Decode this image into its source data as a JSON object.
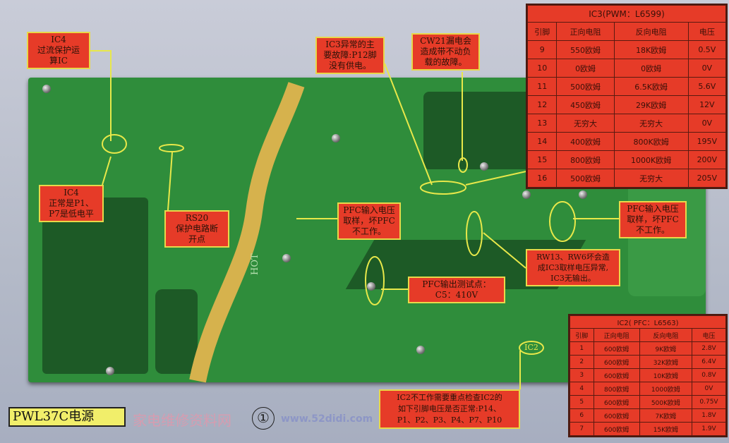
{
  "title": "PWL37C电源",
  "figure_number": "①",
  "callouts": {
    "ic4_top": [
      "IC4",
      "过流保护运",
      "算IC"
    ],
    "ic4_level": [
      "IC4",
      "正常是P1、",
      "P7是低电平"
    ],
    "rs20": [
      "RS20",
      "保护电路断",
      "开点"
    ],
    "ic3_fault": [
      "IC3异常的主",
      "要故障:P12脚",
      "没有供电。"
    ],
    "cw21": [
      "CW21漏电会",
      "造成带不动负",
      "载的故障。"
    ],
    "pfc_in_left": [
      "PFC输入电压",
      "取样，坏PFC",
      "不工作。"
    ],
    "pfc_in_right": [
      "PFC输入电压",
      "取样，坏PFC",
      "不工作。"
    ],
    "rw13": [
      "RW13、RW6坏会造",
      "成IC3取样电压异常,",
      "IC3无输出。"
    ],
    "pfc_out": [
      "PFC输出测试点：",
      "C5：410V"
    ],
    "ic2_check": [
      "IC2不工作需要重点检查IC2的",
      "如下引脚电压是否正常:P14、",
      "P1、P2、P3、P4、P7、P10"
    ]
  },
  "board_marks": {
    "hot": "HOT",
    "ic2": "IC2"
  },
  "ic3_table": {
    "caption": "IC3(PWM：L6599)",
    "headers": [
      "引脚",
      "正向电阻",
      "反向电阻",
      "电压"
    ],
    "rows": [
      [
        "9",
        "550欧姆",
        "18K欧姆",
        "0.5V"
      ],
      [
        "10",
        "0欧姆",
        "0欧姆",
        "0V"
      ],
      [
        "11",
        "500欧姆",
        "6.5K欧姆",
        "5.6V"
      ],
      [
        "12",
        "450欧姆",
        "29K欧姆",
        "12V"
      ],
      [
        "13",
        "无穷大",
        "无穷大",
        "0V"
      ],
      [
        "14",
        "400欧姆",
        "800K欧姆",
        "195V"
      ],
      [
        "15",
        "800欧姆",
        "1000K欧姆",
        "200V"
      ],
      [
        "16",
        "500欧姆",
        "无穷大",
        "205V"
      ]
    ]
  },
  "ic2_table": {
    "caption": "IC2( PFC：L6563)",
    "headers": [
      "引脚",
      "正向电阻",
      "反向电阻",
      "电压"
    ],
    "rows": [
      [
        "1",
        "600欧姆",
        "9K欧姆",
        "2.8V"
      ],
      [
        "2",
        "600欧姆",
        "32K欧姆",
        "6.4V"
      ],
      [
        "3",
        "600欧姆",
        "10K欧姆",
        "0.8V"
      ],
      [
        "4",
        "800欧姆",
        "1000欧姆",
        "0V"
      ],
      [
        "5",
        "600欧姆",
        "500K欧姆",
        "0.75V"
      ],
      [
        "6",
        "600欧姆",
        "7K欧姆",
        "1.8V"
      ],
      [
        "7",
        "600欧姆",
        "15K欧姆",
        "1.9V"
      ]
    ]
  },
  "watermark": {
    "text": "家电维修资料网",
    "url": "www.52didi.com"
  },
  "colors": {
    "callout": "#e63b28",
    "border": "#e8d84a",
    "board": "#2f8d3b",
    "label": "#f1ee6a"
  }
}
